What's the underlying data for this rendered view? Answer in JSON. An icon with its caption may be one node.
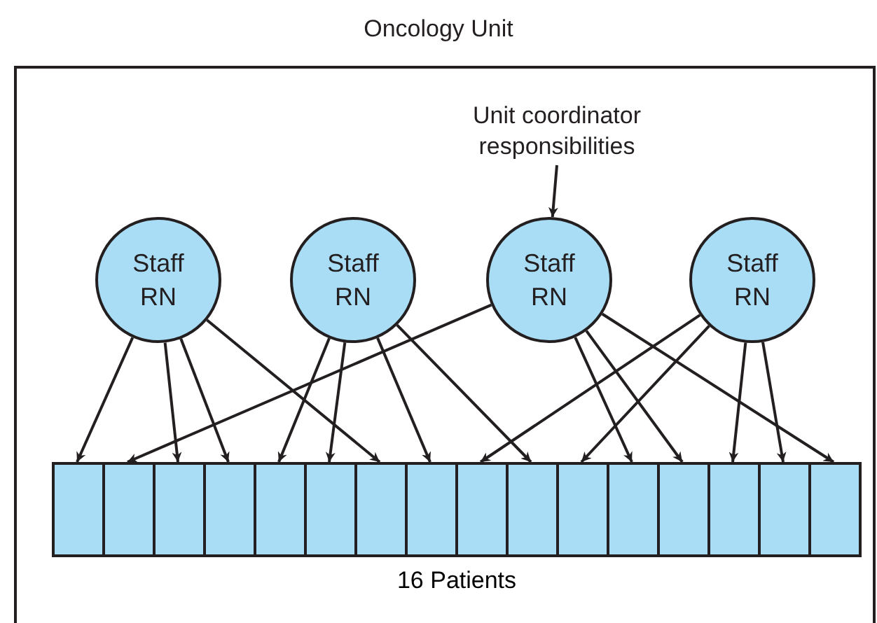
{
  "diagram": {
    "title": "Oncology Unit",
    "nodes": [
      {
        "text": [],
        "shape": "box"
      },
      {
        "text": [
          "Unit coordinator responsibilities"
        ],
        "in": 0
      },
      {
        "text": [
          "Staff RN"
        ],
        "in": 0
      },
      {
        "text": [
          "Staff RN"
        ],
        "in": 0
      },
      {
        "text": [
          "Staff RN"
        ],
        "in": 0
      },
      {
        "text": [
          "Staff RN"
        ],
        "in": 0
      },
      {
        "text": [],
        "shape": "bar",
        "beside": [
          "16 Patients"
        ],
        "in": 0
      },
      {
        "text": [],
        "shape": "box",
        "in": 6
      },
      {
        "text": [],
        "shape": "box",
        "in": 6
      },
      {
        "text": [],
        "shape": "box",
        "in": 6
      },
      {
        "text": [],
        "shape": "box",
        "in": 6
      },
      {
        "text": [],
        "shape": "box",
        "in": 6
      },
      {
        "text": [],
        "shape": "box",
        "in": 6
      },
      {
        "text": [],
        "shape": "box",
        "in": 6
      },
      {
        "text": [],
        "shape": "box",
        "in": 6
      },
      {
        "text": [],
        "shape": "box",
        "in": 6
      },
      {
        "text": [],
        "shape": "box",
        "in": 6
      },
      {
        "text": [],
        "shape": "box",
        "in": 6
      },
      {
        "text": [],
        "shape": "box",
        "in": 6
      },
      {
        "text": [],
        "shape": "box",
        "in": 6
      },
      {
        "text": [],
        "shape": "box",
        "in": 6
      },
      {
        "text": [],
        "shape": "box",
        "in": 6
      },
      {
        "text": [],
        "shape": "box",
        "in": 6
      }
    ],
    "edges": [
      {
        "from": 1,
        "to": 4,
        "arrow": "to"
      },
      {
        "from": 2,
        "to": 7,
        "arrow": "to"
      },
      {
        "from": 2,
        "to": 9,
        "arrow": "to"
      },
      {
        "from": 2,
        "to": 10,
        "arrow": "to"
      },
      {
        "from": 2,
        "to": 13,
        "arrow": "to"
      },
      {
        "from": 3,
        "to": 11,
        "arrow": "to"
      },
      {
        "from": 3,
        "to": 12,
        "arrow": "to"
      },
      {
        "from": 3,
        "to": 14,
        "arrow": "to"
      },
      {
        "from": 3,
        "to": 16,
        "arrow": "to"
      },
      {
        "from": 4,
        "to": 8,
        "arrow": "to"
      },
      {
        "from": 4,
        "to": 18,
        "arrow": "to"
      },
      {
        "from": 4,
        "to": 19,
        "arrow": "to"
      },
      {
        "from": 4,
        "to": 22,
        "arrow": "to"
      },
      {
        "from": 5,
        "to": 15,
        "arrow": "to"
      },
      {
        "from": 5,
        "to": 17,
        "arrow": "to"
      },
      {
        "from": 5,
        "to": 20,
        "arrow": "to"
      },
      {
        "from": 5,
        "to": 21,
        "arrow": "to"
      }
    ]
  }
}
